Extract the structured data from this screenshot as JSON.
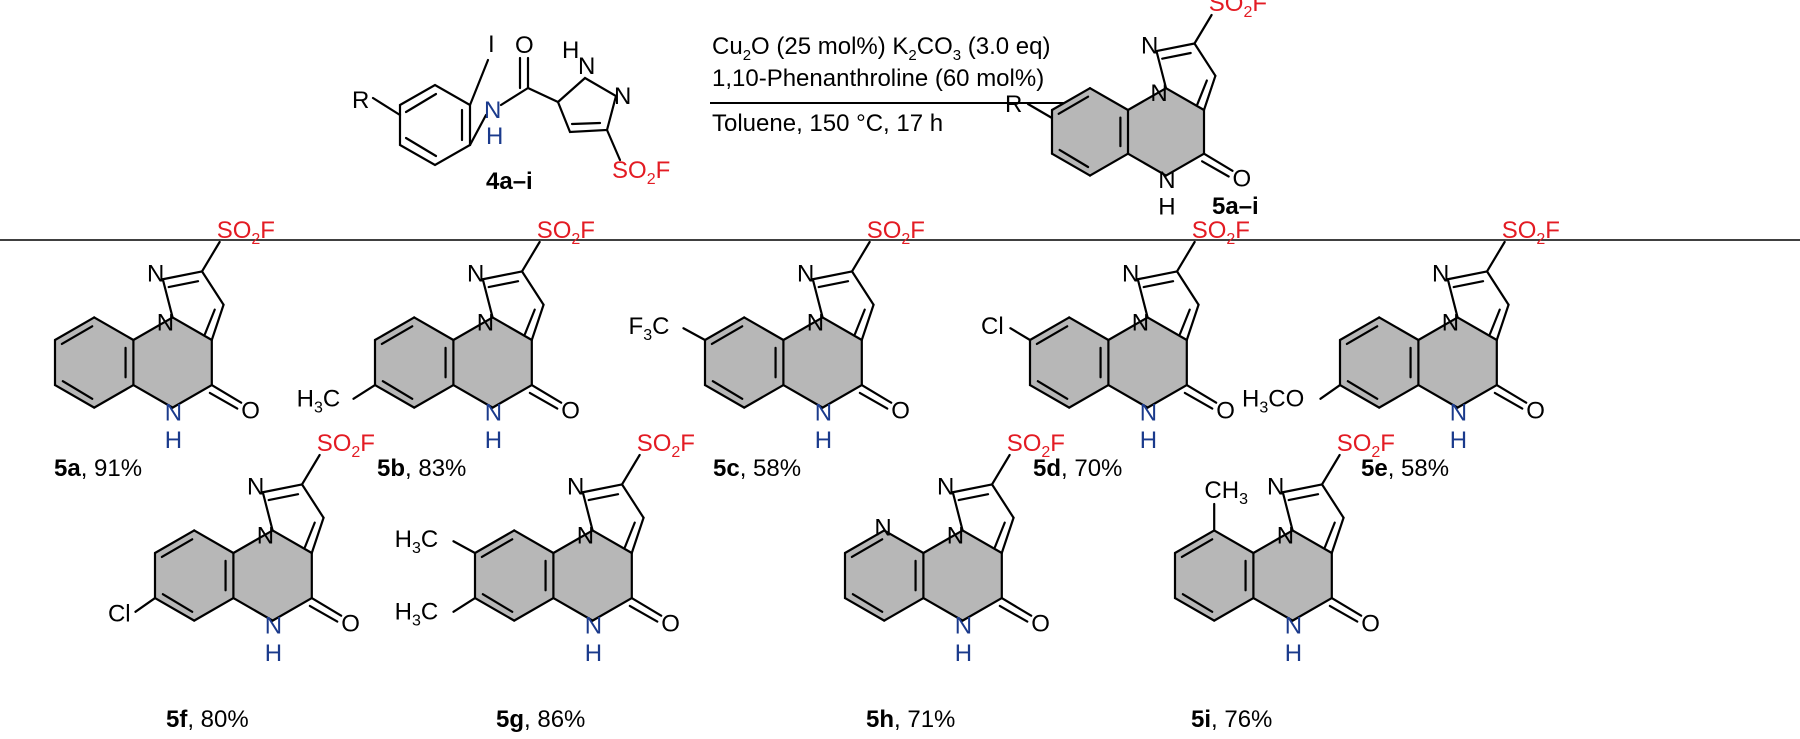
{
  "colors": {
    "heteroatom_red": "#e31b23",
    "nh_blue": "#1a3a8c",
    "ring_fill_gray": "#b7b7b7"
  },
  "scheme": {
    "starting_material": {
      "id": "4a–i",
      "R": "R",
      "I": "I",
      "O": "O",
      "N": "N",
      "H": "H",
      "NH_top": "H",
      "NH_top_N": "N",
      "pyrazole_N": "N",
      "sulfonyl": "SO",
      "sub2": "2",
      "F": "F"
    },
    "conditions": {
      "line1a": "Cu",
      "line1a_sub": "2",
      "line1b": "O (25 mol%)  K",
      "line1b_sub": "2",
      "line1c": "CO",
      "line1c_sub": "3",
      "line1d": " (3.0 eq)",
      "line2": "1,10-Phenanthroline (60 mol%)",
      "line3": "Toluene, 150 °C, 17 h"
    },
    "product": {
      "id": "5a–i",
      "R": "R",
      "N1": "N",
      "N2": "N",
      "N3": "N",
      "H": "H",
      "O": "O",
      "sulfonyl": "SO",
      "sub2": "2",
      "F": "F"
    }
  },
  "compounds": [
    {
      "id": "5a",
      "yield": ", 91%",
      "substituent": ""
    },
    {
      "id": "5b",
      "yield": ", 83%",
      "substituent": "H3C"
    },
    {
      "id": "5c",
      "yield": ", 58%",
      "substituent": "F3C"
    },
    {
      "id": "5d",
      "yield": ", 70%",
      "substituent": "Cl"
    },
    {
      "id": "5e",
      "yield": ", 58%",
      "substituent": "H3CO"
    },
    {
      "id": "5f",
      "yield": ", 80%",
      "substituent": "Cl"
    },
    {
      "id": "5g",
      "yield": ", 86%",
      "substituent": "H3C,H3C"
    },
    {
      "id": "5h",
      "yield": ", 71%",
      "substituent": "N"
    },
    {
      "id": "5i",
      "yield": ", 76%",
      "substituent": "CH3"
    }
  ],
  "atoms": {
    "N": "N",
    "H": "H",
    "O": "O",
    "SO": "SO",
    "two": "2",
    "three": "3",
    "F": "F",
    "Cl": "Cl",
    "C": "C",
    "CH": "CH",
    "H3C_H": "H",
    "H3C_C": "C",
    "H3CO_O": "O"
  }
}
